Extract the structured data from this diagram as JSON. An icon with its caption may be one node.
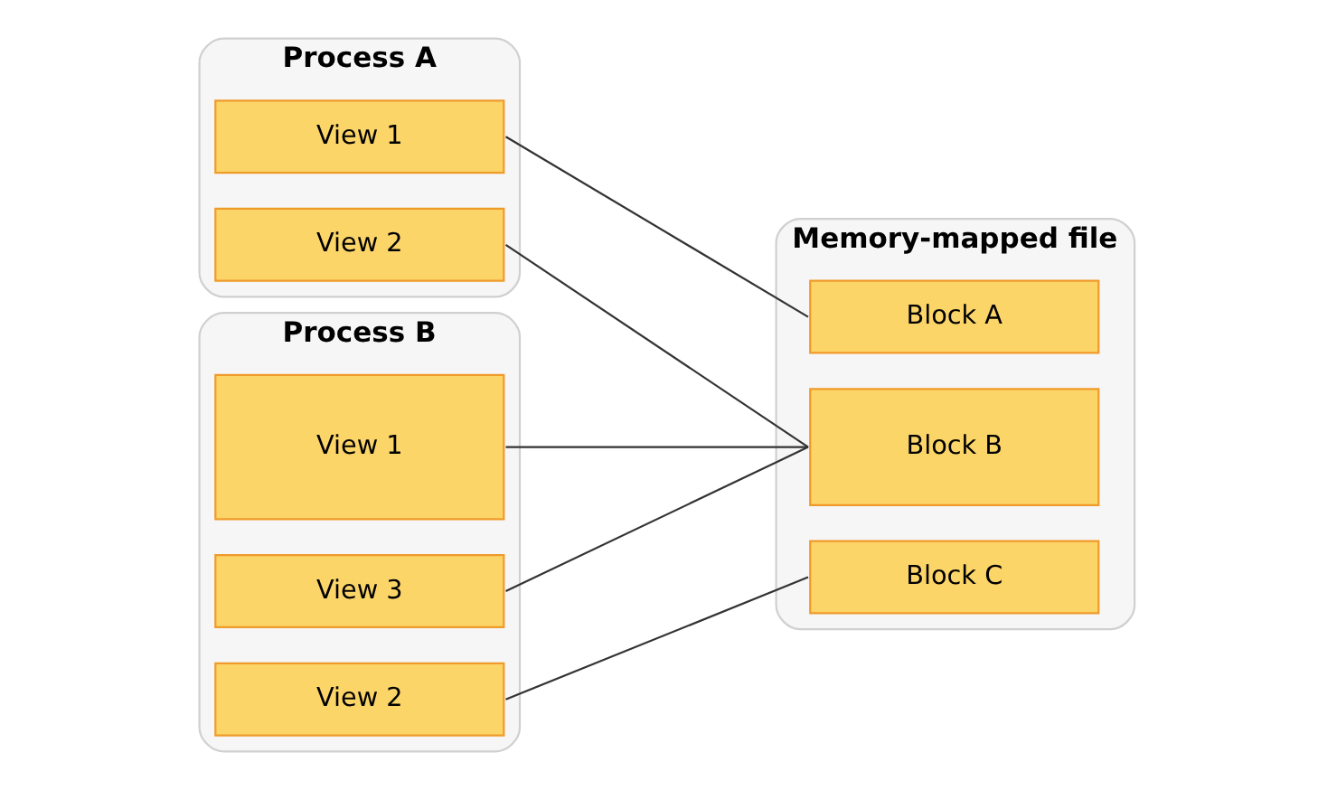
{
  "diagram": {
    "nodes": [
      {
        "text": [
          "Process A"
        ]
      },
      {
        "text": [
          "View 1"
        ],
        "in": 0
      },
      {
        "text": [
          "View 2"
        ],
        "in": 0
      },
      {
        "text": [
          "Process B"
        ]
      },
      {
        "text": [
          "View 1"
        ],
        "in": 3
      },
      {
        "text": [
          "View 2"
        ],
        "in": 3
      },
      {
        "text": [
          "View 3"
        ],
        "in": 3
      },
      {
        "text": [
          "Memory-mapped file"
        ]
      },
      {
        "text": [
          "Block A"
        ],
        "in": 7
      },
      {
        "text": [
          "Block B"
        ],
        "in": 7
      },
      {
        "text": [
          "Block C"
        ],
        "in": 7
      }
    ],
    "edges": [
      {
        "from": 1,
        "to": 8,
        "arrow": "none"
      },
      {
        "from": 2,
        "to": 9,
        "arrow": "none"
      },
      {
        "from": 4,
        "to": 9,
        "arrow": "none"
      },
      {
        "from": 5,
        "to": 10,
        "arrow": "none"
      },
      {
        "from": 6,
        "to": 9,
        "arrow": "none"
      }
    ]
  }
}
